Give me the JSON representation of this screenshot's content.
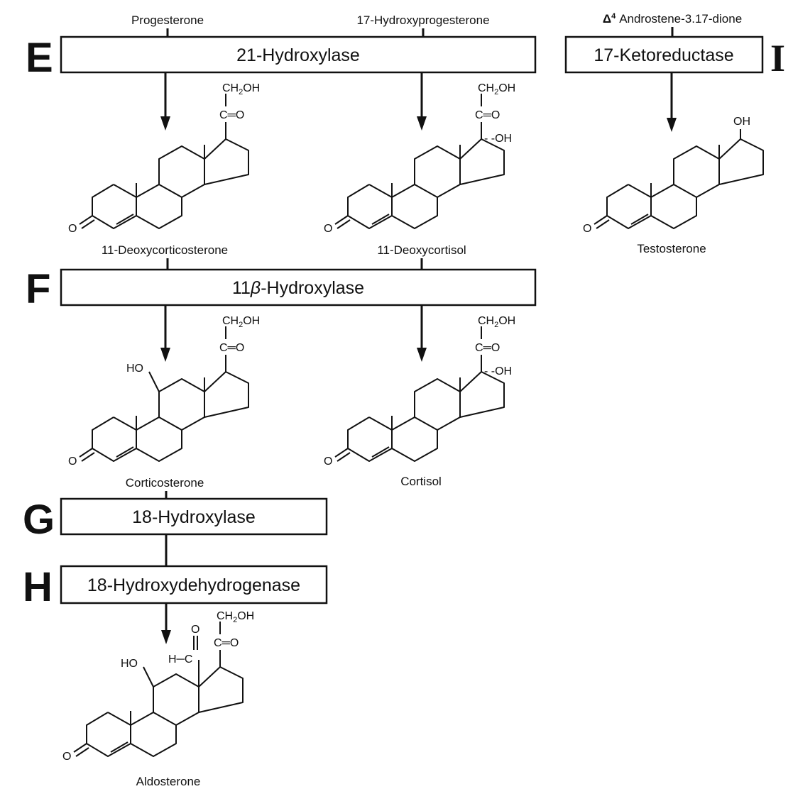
{
  "top_labels": {
    "progesterone": "Progesterone",
    "hydroxyprogesterone": "17-Hydroxyprogesterone",
    "androstenedione_delta": "Δ",
    "androstenedione_sup": "4",
    "androstenedione_rest": "Androstene-3.17-dione"
  },
  "steps": {
    "E": {
      "letter": "E",
      "enzyme": "21-Hydroxylase"
    },
    "F": {
      "letter": "F",
      "enzyme_prefix": "11",
      "enzyme_beta": "β",
      "enzyme_suffix": "-Hydroxylase"
    },
    "G": {
      "letter": "G",
      "enzyme": "18-Hydroxylase"
    },
    "H": {
      "letter": "H",
      "enzyme": "18-Hydroxydehydrogenase"
    },
    "I": {
      "letter": "I",
      "enzyme": "17-Ketoreductase"
    }
  },
  "products": {
    "deoxycorticosterone": "11-Deoxycorticosterone",
    "deoxycortisol": "11-Deoxycortisol",
    "testosterone": "Testosterone",
    "corticosterone": "Corticosterone",
    "cortisol": "Cortisol",
    "aldosterone": "Aldosterone"
  },
  "atoms": {
    "ch2oh_main": "CH",
    "ch2oh_sub": "2",
    "ch2oh_end": "OH",
    "carbonyl": "C═O",
    "oxygen": "O",
    "hydroxyl": "OH",
    "ho": "HO",
    "dashed_oh": "- -OH",
    "aldehyde_h": "H─C"
  }
}
